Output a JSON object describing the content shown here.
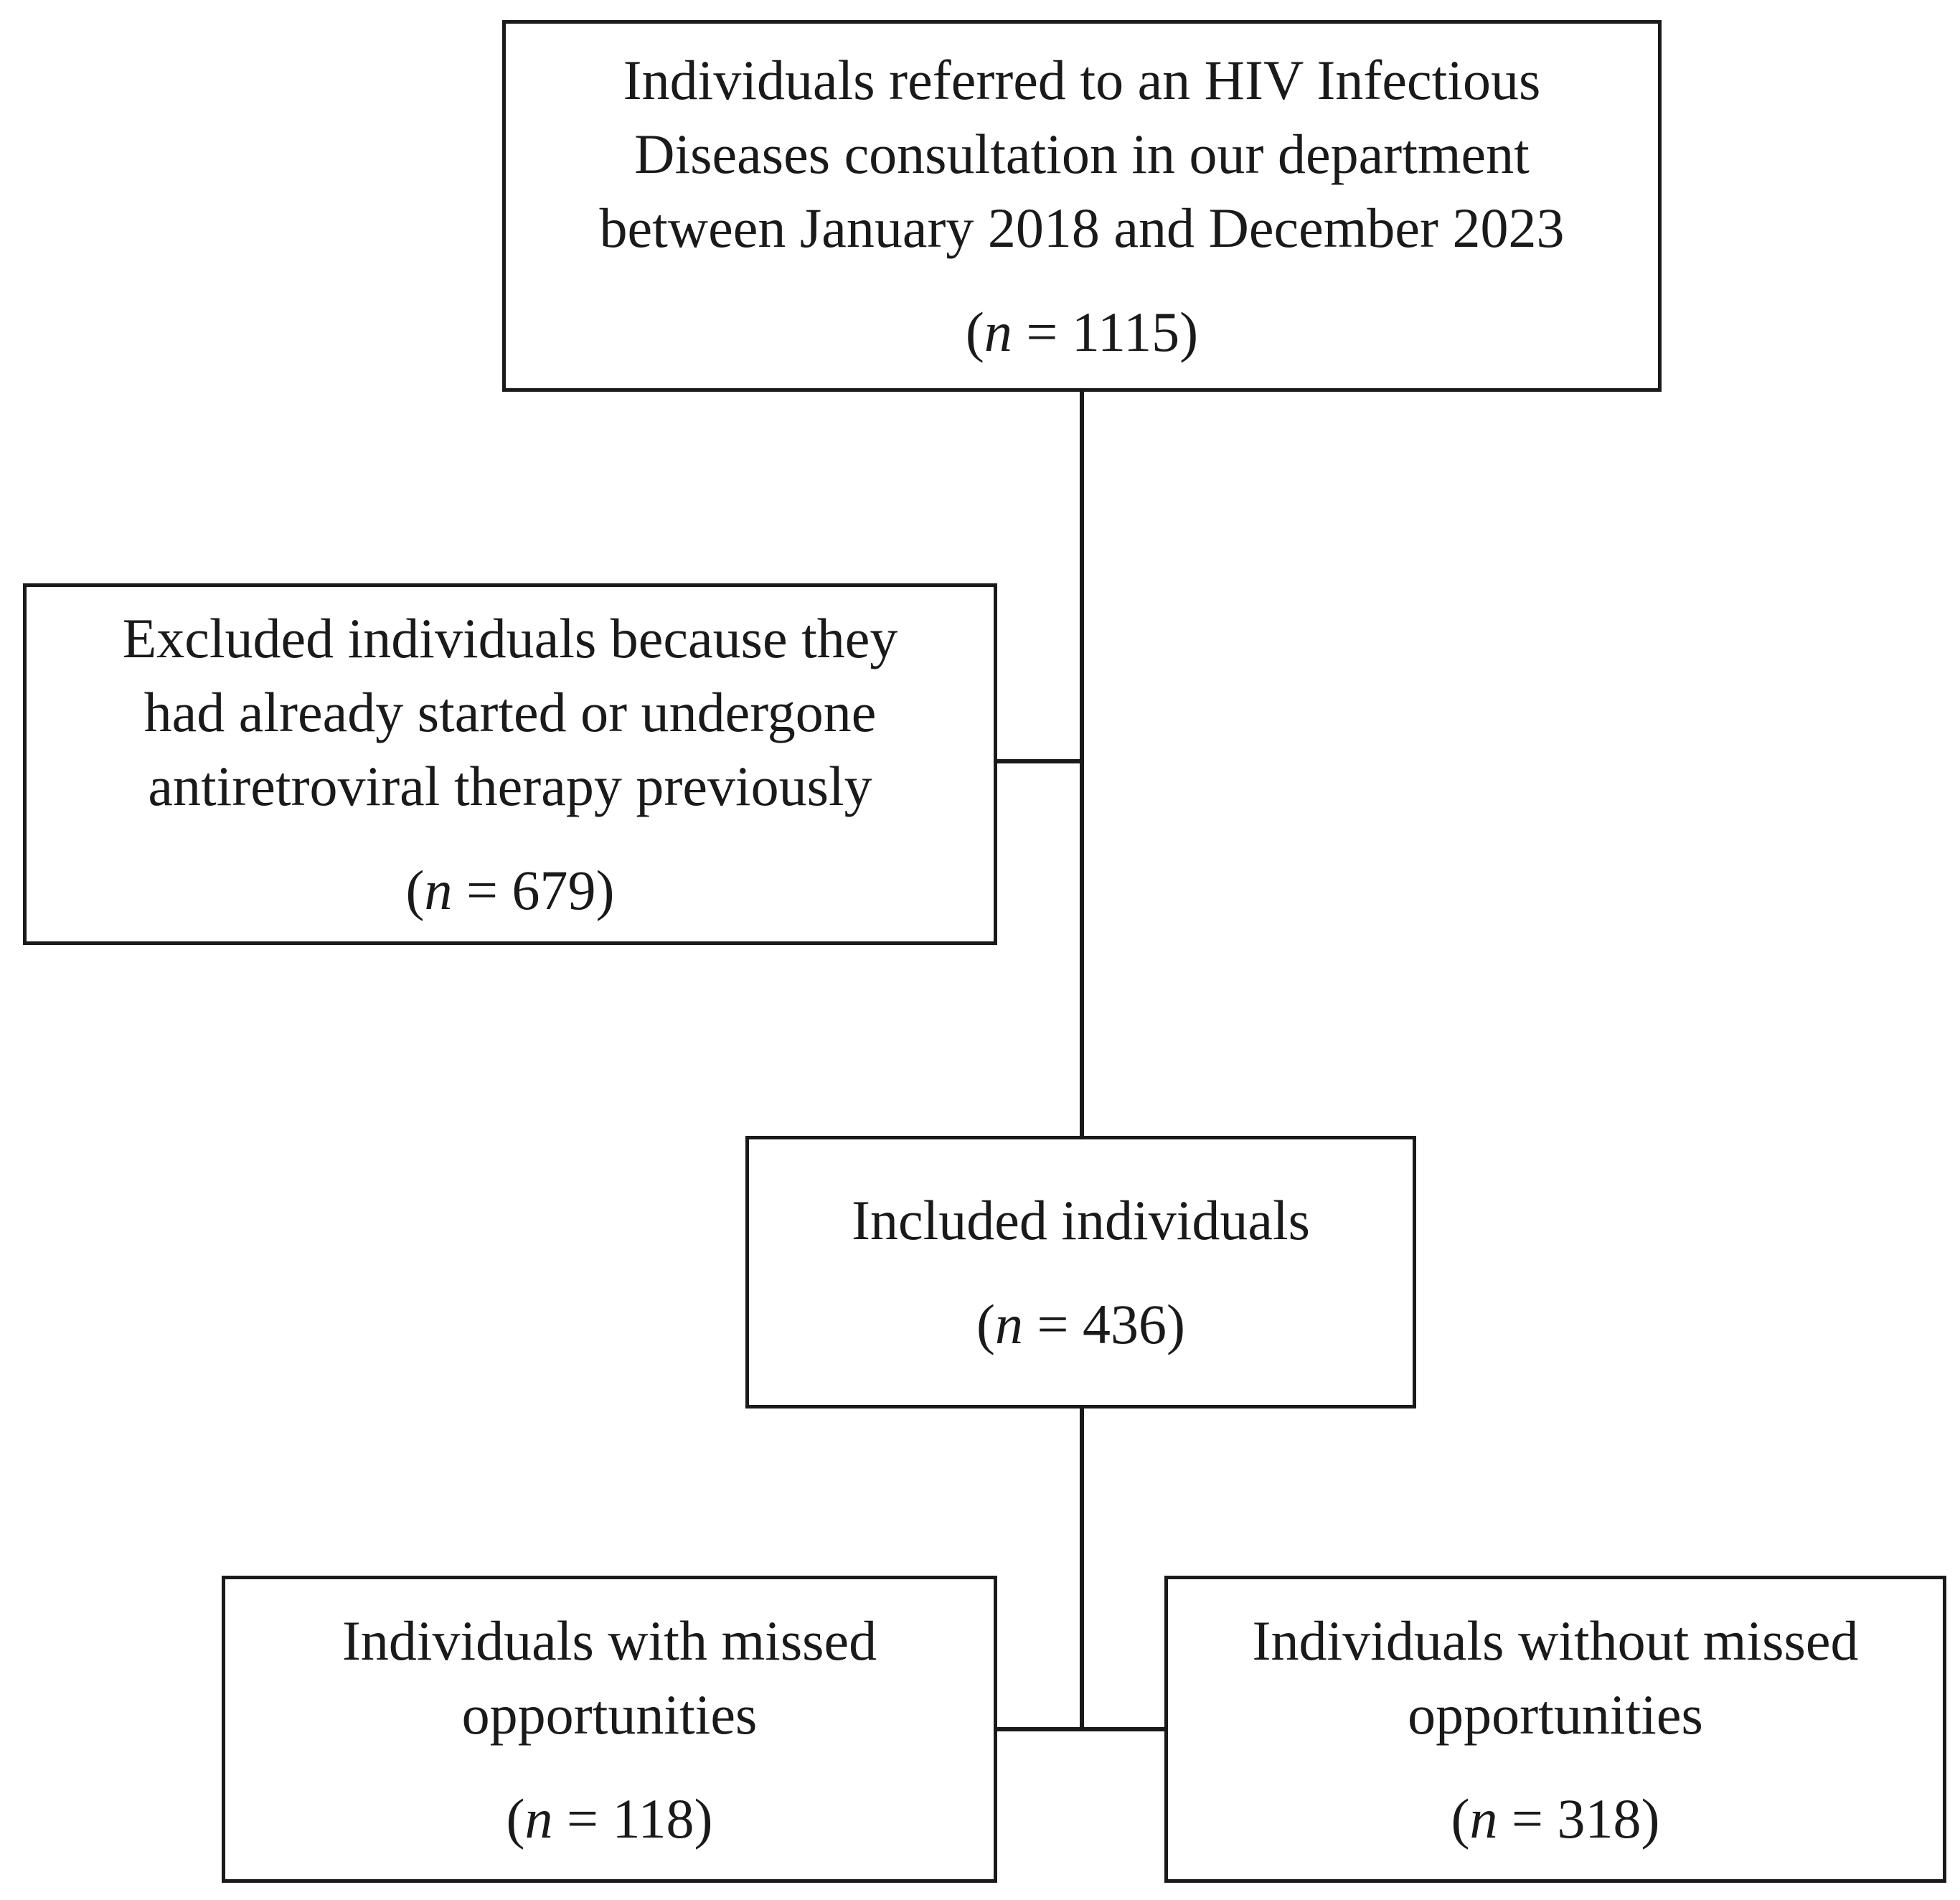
{
  "boxes": {
    "referred": {
      "label": "Individuals referred to an HIV Infectious\nDiseases consultation in our department\nbetween January 2018 and December 2023",
      "n_open": "(",
      "n_var": "n",
      "n_value": " = 1115)"
    },
    "excluded": {
      "label": "Excluded individuals because they\nhad already started or undergone\nantiretroviral therapy previously",
      "n_open": "(",
      "n_var": "n",
      "n_value": " = 679)"
    },
    "included": {
      "label": "Included individuals",
      "n_open": "(",
      "n_var": "n",
      "n_value": " = 436)"
    },
    "with_missed": {
      "label": "Individuals with missed\nopportunities",
      "n_open": "(",
      "n_var": "n",
      "n_value": " = 118)"
    },
    "without_missed": {
      "label": "Individuals without missed\nopportunities",
      "n_open": "(",
      "n_var": "n",
      "n_value": " = 318)"
    }
  }
}
